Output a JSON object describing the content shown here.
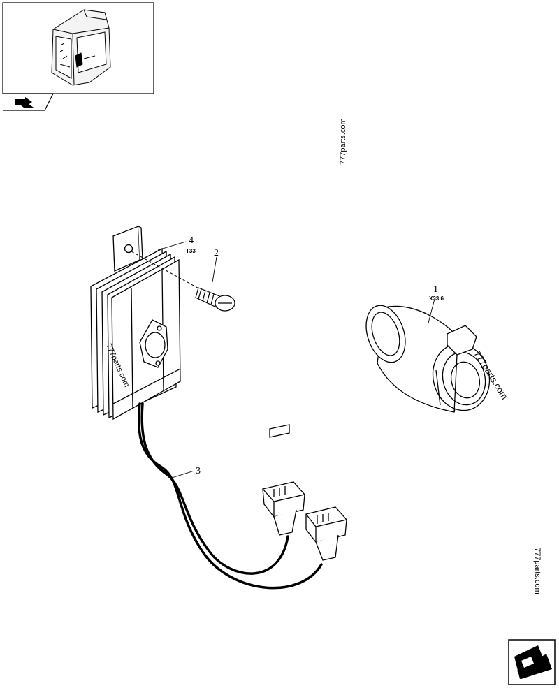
{
  "callouts": {
    "item1": {
      "number": "1",
      "code": "X33.6"
    },
    "item2": {
      "number": "2"
    },
    "item3": {
      "number": "3"
    },
    "item4": {
      "number": "4",
      "code": "T33"
    }
  },
  "watermarks": {
    "top": "777parts.com",
    "module": "777parts.com",
    "socket": "777parts.com",
    "bottom_right": "777parts.com"
  }
}
